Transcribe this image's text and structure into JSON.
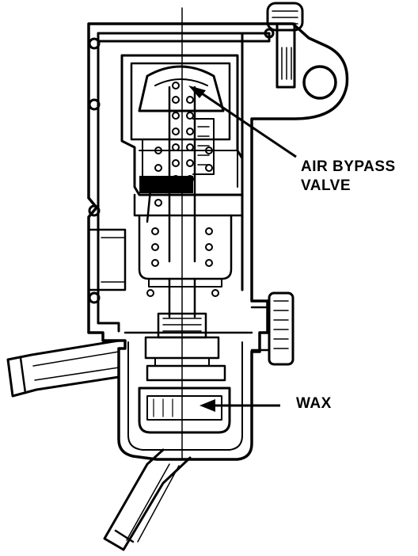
{
  "diagram": {
    "labels": {
      "air_bypass_line1": "AIR BYPASS",
      "air_bypass_line2": "VALVE",
      "wax": "WAX"
    },
    "colors": {
      "ink": "#000000",
      "paper": "#ffffff"
    }
  }
}
